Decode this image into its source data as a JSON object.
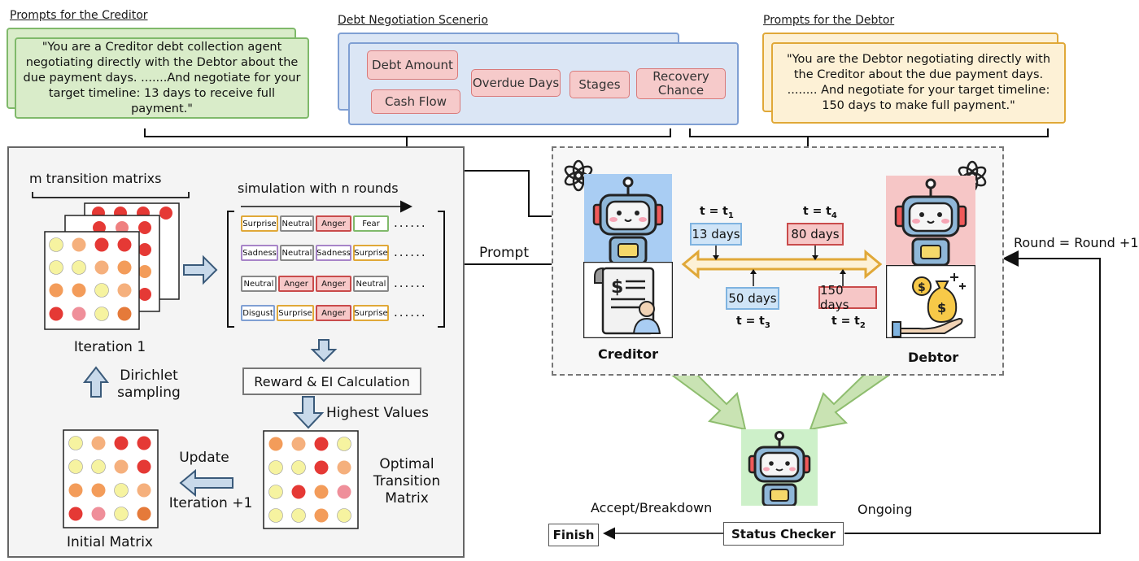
{
  "prompts_creditor": {
    "title": "Prompts for the Creditor",
    "text": "\"You are a Creditor debt collection agent negotiating directly with the Debtor about the due payment days. .......And negotiate for your target timeline: 13 days to receive full payment.\""
  },
  "scenario": {
    "title": "Debt Negotiation Scenerio",
    "chips": [
      "Debt Amount",
      "Cash Flow",
      "Overdue Days",
      "Stages",
      "Recovery Chance"
    ]
  },
  "prompts_debtor": {
    "title": "Prompts for the Debtor",
    "text": "\"You are the Debtor negotiating directly with the Creditor about the due payment days.  ........ And negotiate for your target timeline: 150 days to make full payment.\""
  },
  "left_panel": {
    "m_label": "m transition matrixs",
    "sim_label": "simulation with n rounds",
    "rows": [
      [
        "Surprise",
        "Neutral",
        "Anger",
        "Fear"
      ],
      [
        "Sadness",
        "Neutral",
        "Sadness",
        "Surprise"
      ],
      [
        "Neutral",
        "Anger",
        "Anger",
        "Neutral"
      ],
      [
        "Disgust",
        "Surprise",
        "Anger",
        "Surprise"
      ]
    ],
    "ellipsis": "......",
    "iteration": "Iteration 1",
    "dirichlet": "Dirichlet sampling",
    "reward": "Reward & EI Calculation",
    "highest": "Highest Values",
    "optimal": "Optimal Transition Matrix",
    "update": "Update",
    "iter_plus": "Iteration +1",
    "initial": "Initial Matrix"
  },
  "flow": {
    "prompt": "Prompt",
    "round": "Round = Round +1",
    "creditor": "Creditor",
    "debtor": "Debtor",
    "t1": "t = t",
    "t1_sub": "1",
    "t2": "t = t",
    "t2_sub": "2",
    "t3": "t = t",
    "t3_sub": "3",
    "t4": "t = t",
    "t4_sub": "4",
    "d13": "13 days",
    "d80": "80 days",
    "d50": "50 days",
    "d150": "150 days",
    "accept": "Accept/Breakdown",
    "ongoing": "Ongoing",
    "finish": "Finish",
    "status": "Status Checker"
  },
  "colors": {
    "green": "#d9ecc9",
    "green_border": "#7fb96a",
    "blue": "#dbe6f5",
    "blue_border": "#7f9fd3",
    "orange": "#fdf1d6",
    "orange_border": "#e0a838"
  }
}
